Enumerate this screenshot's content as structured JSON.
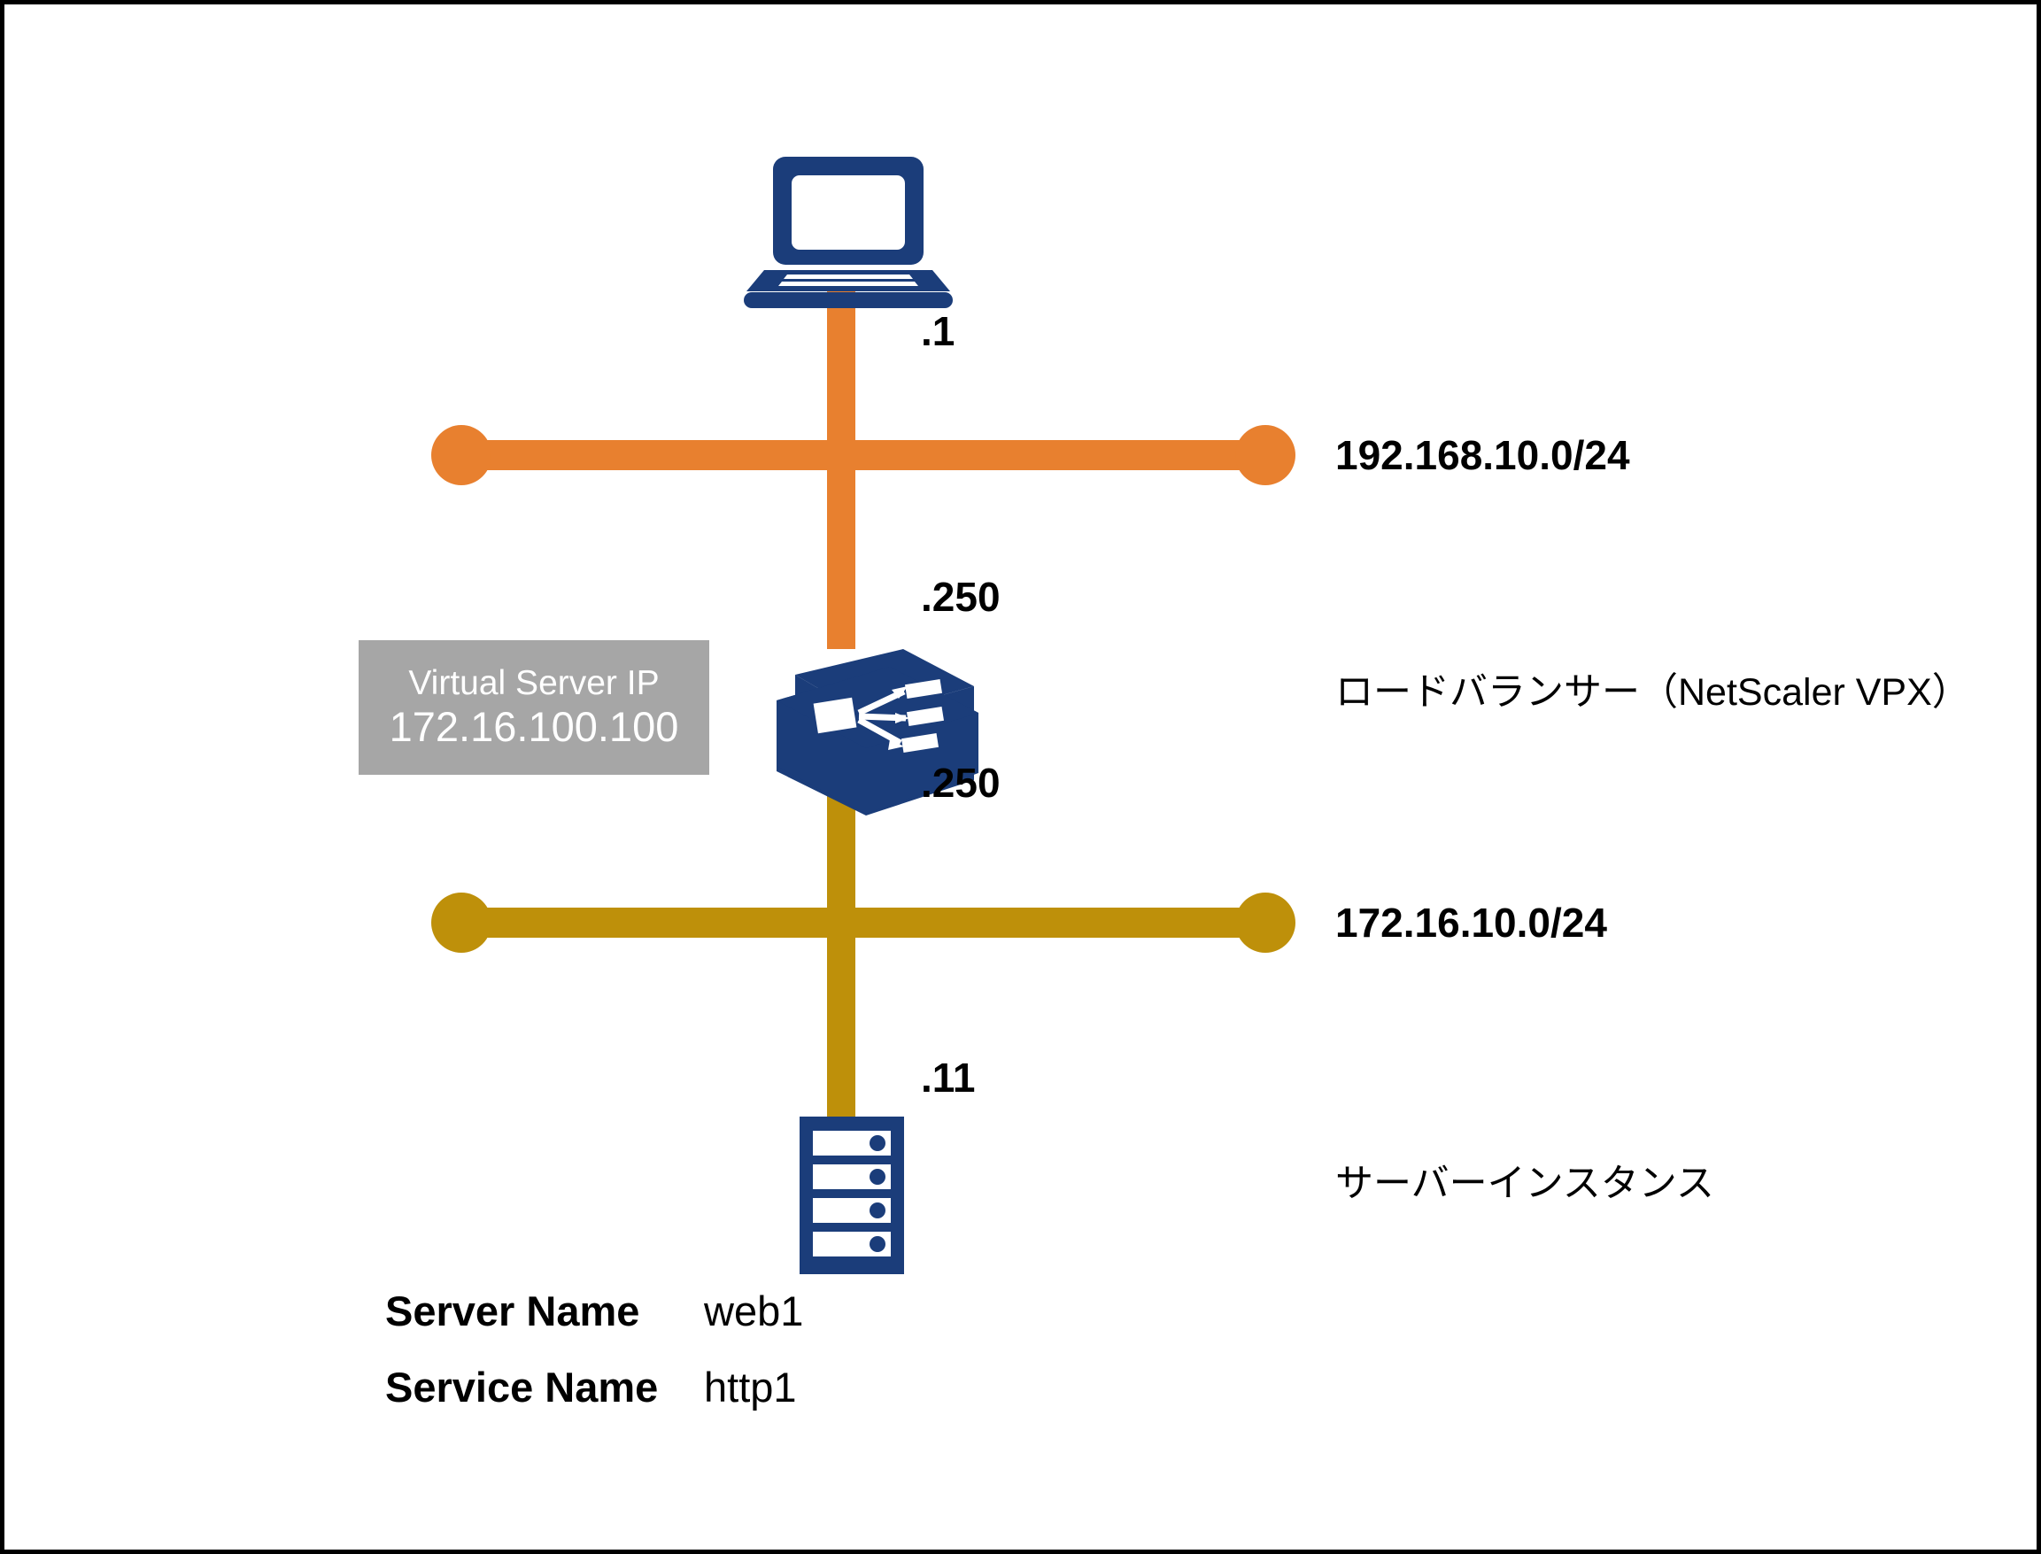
{
  "diagram": {
    "title": "Load Balancer Network Topology",
    "colors": {
      "client_segment": "#e8802f",
      "server_segment": "#be900a",
      "device_navy": "#1b3d7a",
      "callout_gray": "#a6a6a6",
      "text": "#000000",
      "border": "#000000",
      "background": "#ffffff"
    },
    "nodes": {
      "client": {
        "icon": "laptop-icon",
        "interface_octet": ".1"
      },
      "load_balancer": {
        "icon": "load-balancer-switch-icon",
        "role_label": "ロードバランサー（NetScaler VPX）",
        "upstream_octet": ".250",
        "downstream_octet": ".250",
        "callout": {
          "title": "Virtual Server IP",
          "value": "172.16.100.100"
        }
      },
      "server": {
        "icon": "server-rack-icon",
        "role_label": "サーバーインスタンス",
        "interface_octet": ".11",
        "details": [
          {
            "key": "Server Name",
            "value": "web1"
          },
          {
            "key": "Service Name",
            "value": "http1"
          }
        ]
      }
    },
    "segments": [
      {
        "name": "client-segment",
        "cidr": "192.168.10.0/24",
        "color": "#e8802f"
      },
      {
        "name": "server-segment",
        "cidr": "172.16.10.0/24",
        "color": "#be900a"
      }
    ]
  }
}
